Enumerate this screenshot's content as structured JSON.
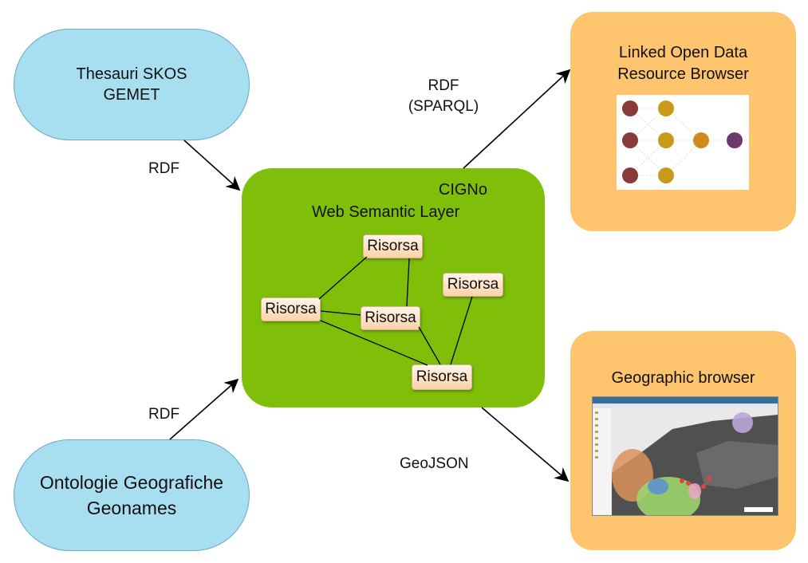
{
  "sources": {
    "thesauri": {
      "line1": "Thesauri SKOS",
      "line2": "GEMET"
    },
    "ontologie": {
      "line1": "Ontologie Geografiche",
      "line2": "Geonames"
    }
  },
  "core": {
    "title": "CIGNo",
    "subtitle": "Web Semantic Layer"
  },
  "resources": [
    "Risorsa",
    "Risorsa",
    "Risorsa",
    "Risorsa",
    "Risorsa"
  ],
  "outputs": {
    "lod": {
      "line1": "Linked Open Data",
      "line2": "Resource Browser"
    },
    "geo": {
      "title": "Geographic browser"
    }
  },
  "edges": {
    "thesauri_to_core": "RDF",
    "ontologie_to_core": "RDF",
    "core_to_lod_line1": "RDF",
    "core_to_lod_line2": "(SPARQL)",
    "core_to_geo": "GeoJSON"
  },
  "colors": {
    "source": "#a8dff0",
    "core": "#7fbf0a",
    "output": "#ffc46e",
    "resource": "#fbd2a8"
  }
}
